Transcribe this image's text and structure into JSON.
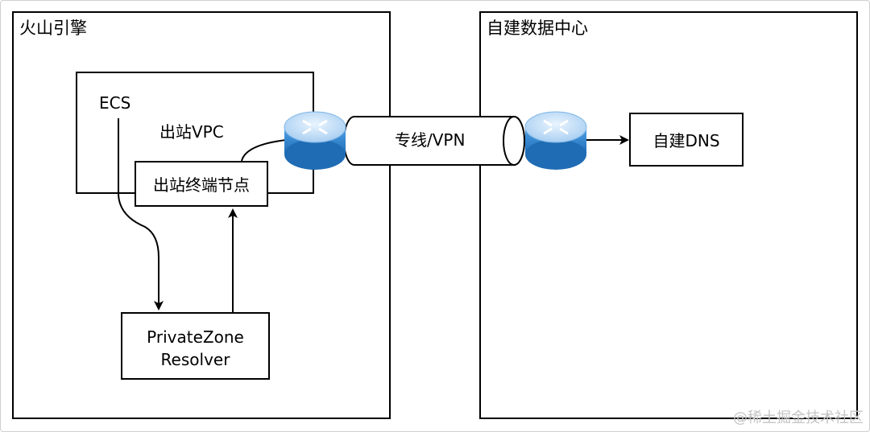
{
  "left_region": {
    "title": "火山引擎"
  },
  "right_region": {
    "title": "自建数据中心"
  },
  "vpc": {
    "label": "出站VPC",
    "ecs_label": "ECS"
  },
  "outbound_node": {
    "label": "出站终端节点"
  },
  "resolver": {
    "line1": "PrivateZone",
    "line2": "Resolver"
  },
  "tunnel": {
    "label": "专线/VPN"
  },
  "dns": {
    "label": "自建DNS"
  },
  "routers": [
    {
      "name": "left-router",
      "icon": "router-icon"
    },
    {
      "name": "right-router",
      "icon": "router-icon"
    }
  ],
  "watermark": {
    "text": "@稀土掘金技术社区"
  },
  "colors": {
    "router_top": "#cfe6fb",
    "router_body": "#3a8fd9",
    "router_dark": "#1f6cb5",
    "stroke": "#000000"
  }
}
